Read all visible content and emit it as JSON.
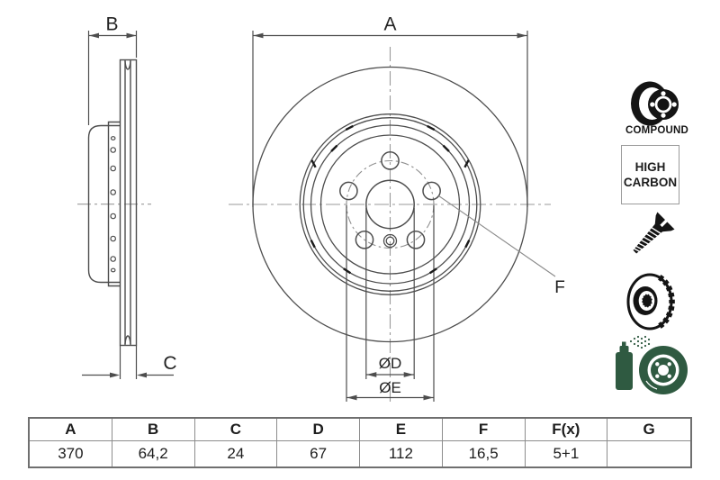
{
  "drawing": {
    "labels": {
      "a": "A",
      "b": "B",
      "c": "C",
      "f": "F",
      "dd": "ØD",
      "de": "ØE"
    }
  },
  "icons": {
    "compound_label": "COMPOUND",
    "high_carbon_line1": "HIGH",
    "high_carbon_line2": "CARBON",
    "names": [
      "compound-disc-icon",
      "high-carbon-badge",
      "countersunk-screw-icon",
      "vented-disc-icon",
      "coated-disc-spray-icon"
    ]
  },
  "table": {
    "headers": [
      "A",
      "B",
      "C",
      "D",
      "E",
      "F",
      "F(x)",
      "G"
    ],
    "values": [
      "370",
      "64,2",
      "24",
      "67",
      "112",
      "16,5",
      "5+1",
      ""
    ]
  },
  "colors": {
    "line": "#4d4d4d",
    "centerline": "#9a9a9a",
    "icon_black": "#141414",
    "icon_green": "#2f5a41",
    "table_border": "#6f6f6f",
    "text": "#1d1d1d"
  }
}
